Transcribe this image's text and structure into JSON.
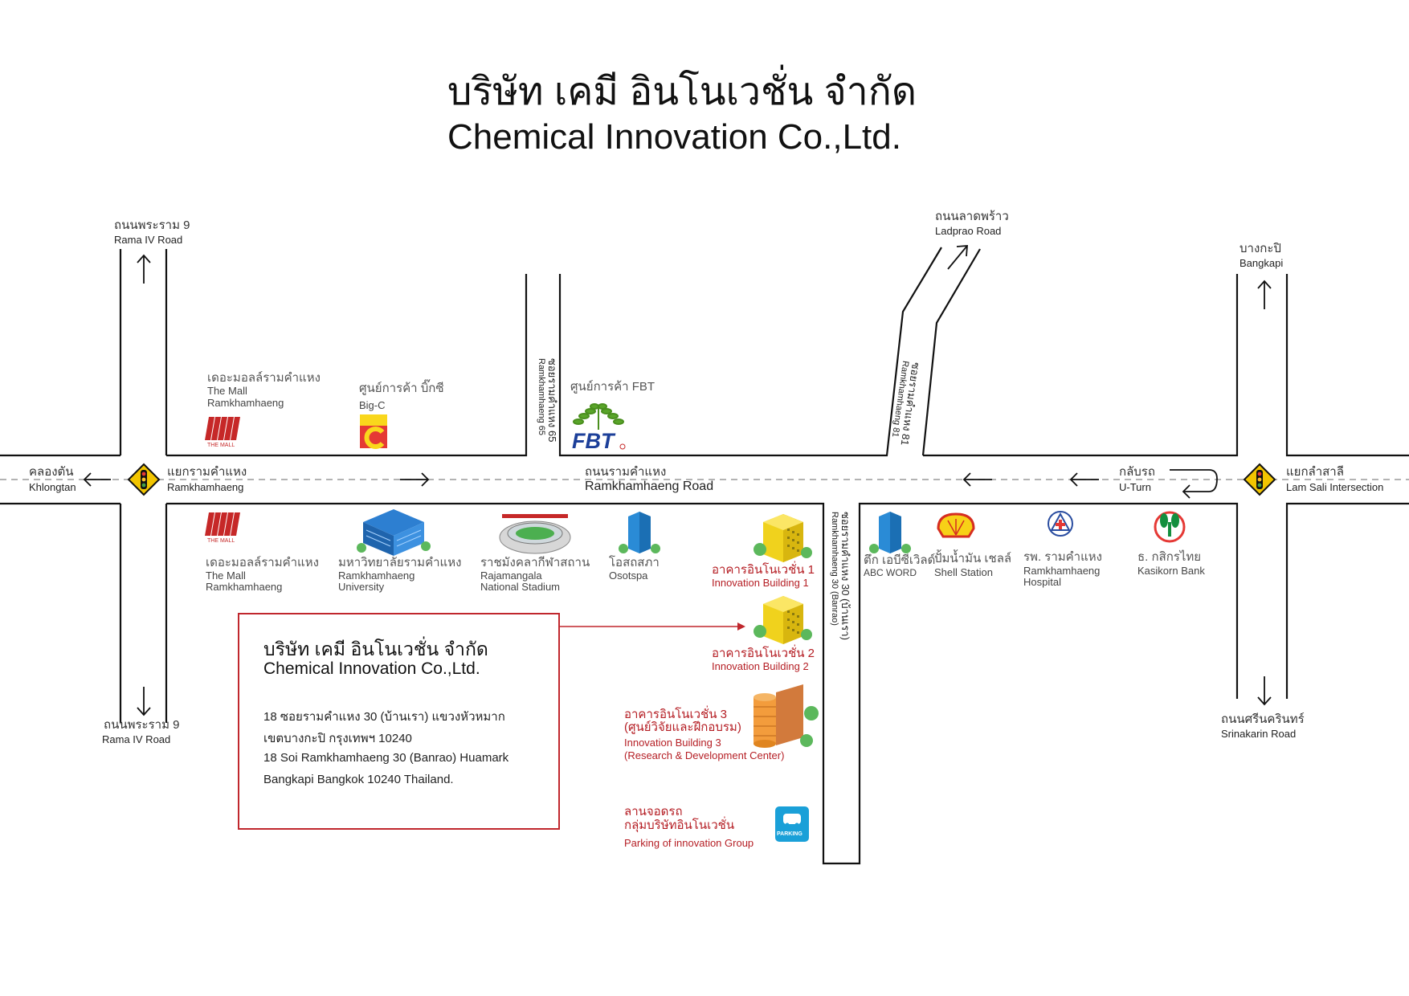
{
  "title": {
    "th": "บริษัท เคมี อินโนเวชั่น จำกัด",
    "en": "Chemical Innovation Co.,Ltd."
  },
  "roads": {
    "rama9_top": {
      "th": "ถนนพระราม 9",
      "en": "Rama IV Road"
    },
    "rama9_bottom": {
      "th": "ถนนพระราม 9",
      "en": "Rama IV Road"
    },
    "ladprao": {
      "th": "ถนนลาดพร้าว",
      "en": "Ladprao Road"
    },
    "bangkapi": {
      "th": "บางกะปิ",
      "en": "Bangkapi"
    },
    "srinakarin": {
      "th": "ถนนศรีนครินทร์",
      "en": "Srinakarin Road"
    },
    "khlongtan": {
      "th": "คลองตัน",
      "en": "Khlongtan"
    },
    "ramkhamhaeng_junction": {
      "th": "แยกรามคำแหง",
      "en": "Ramkhamhaeng"
    },
    "ramkhamhaeng_road": {
      "th": "ถนนรามคำแหง",
      "en": "Ramkhamhaeng Road"
    },
    "uturn": {
      "th": "กลับรถ",
      "en": "U-Turn"
    },
    "lamsali": {
      "th": "แยกลำสาลี",
      "en": "Lam Sali Intersection"
    },
    "soi65": {
      "th": "ซอยรามคำแหง 65",
      "en": "Ramkhamhaeng 65"
    },
    "soi81": {
      "th": "ซอยรามคำแหง 81",
      "en": "Ramkhamhaeng 81"
    },
    "soi30": {
      "th": "ซอยรามคำแหง 30 (บ้านเรา)",
      "en": "Ramkhamhaeng 30 (Banrao)"
    }
  },
  "landmarks": {
    "mall_north": {
      "th": "เดอะมอลล์รามคำแหง",
      "en1": "The Mall",
      "en2": "Ramkhamhaeng",
      "logo": "THE MALL"
    },
    "bigc": {
      "th": "ศูนย์การค้า บิ๊กซี",
      "en": "Big-C",
      "logo": "Big C"
    },
    "fbt": {
      "th": "ศูนย์การค้า FBT",
      "logo": "FBT"
    },
    "mall_south": {
      "th": "เดอะมอลล์รามคำแหง",
      "en1": "The Mall",
      "en2": "Ramkhamhaeng",
      "logo": "THE MALL"
    },
    "university": {
      "th": "มหาวิทยาลัยรามคำแหง",
      "en1": "Ramkhamhaeng",
      "en2": "University"
    },
    "stadium": {
      "th": "ราชมังคลากีฬาสถาน",
      "en1": "Rajamangala",
      "en2": "National Stadium"
    },
    "osotspa": {
      "th": "โอสถสภา",
      "en": "Osotspa"
    },
    "abc": {
      "th": "ตึก เอบีซีเวิลด์",
      "en": "ABC WORD"
    },
    "shell": {
      "th": "ปั้มน้ำมัน เชลล์",
      "en": "Shell Station"
    },
    "hospital": {
      "th": "รพ. รามคำแหง",
      "en1": "Ramkhamhaeng",
      "en2": "Hospital"
    },
    "kbank": {
      "th": "ธ. กสิกรไทย",
      "en": "Kasikorn Bank"
    }
  },
  "company_buildings": {
    "b1": {
      "th": "อาคารอินโนเวชั่น 1",
      "en": "Innovation Building 1"
    },
    "b2": {
      "th": "อาคารอินโนเวชั่น 2",
      "en": "Innovation Building 2"
    },
    "b3": {
      "th1": "อาคารอินโนเวชั่น 3",
      "th2": "(ศูนย์วิจัยและฝึกอบรม)",
      "en1": "Innovation Building 3",
      "en2": "(Research & Development Center)"
    },
    "parking": {
      "th1": "ลานจอดรถ",
      "th2": "กลุ่มบริษัทอินโนเวชั่น",
      "en": "Parking of innovation Group",
      "sign": "PARKING"
    }
  },
  "info_box": {
    "name_th": "บริษัท เคมี อินโนเวชั่น จำกัด",
    "name_en": "Chemical Innovation Co.,Ltd.",
    "addr_th1": "18 ซอยรามคำแหง 30 (บ้านเรา) แขวงหัวหมาก",
    "addr_th2": "เขตบางกะปิ กรุงเทพฯ 10240",
    "addr_en1": "18 Soi Ramkhamhaeng 30 (Banrao) Huamark",
    "addr_en2": "Bangkapi Bangkok 10240 Thailand."
  },
  "colors": {
    "accent_red": "#b51e24",
    "road": "#111111",
    "center_line": "#9a9a9a"
  }
}
